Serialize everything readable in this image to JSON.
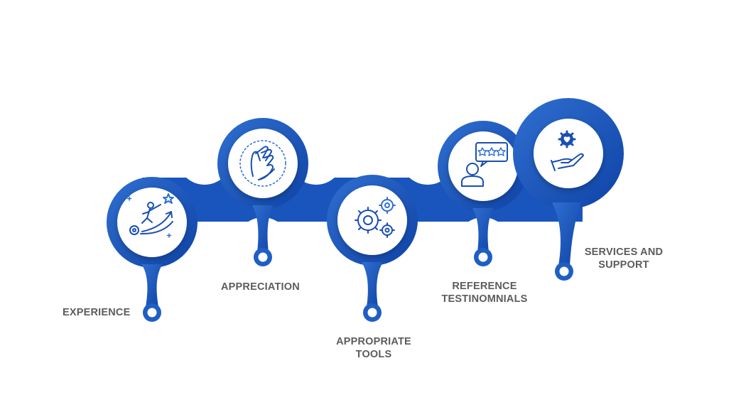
{
  "colors": {
    "primary": "#1f5fc4",
    "light": "#2f6fd0",
    "dark": "#0f43a6",
    "icon": "#1a4fb0",
    "icon_accent": "#2f6fd0",
    "text": "#5c5c5c",
    "background": "#ffffff"
  },
  "steps": [
    {
      "icon": "climbing-person-icon",
      "label_lines": [
        "EXPERIENCE"
      ]
    },
    {
      "icon": "clapping-hands-icon",
      "label_lines": [
        "APPRECIATION"
      ]
    },
    {
      "icon": "gears-icon",
      "label_lines": [
        "APPROPRIATE",
        "TOOLS"
      ]
    },
    {
      "icon": "review-person-icon",
      "label_lines": [
        "REFERENCE",
        "TESTINOMNIALS"
      ]
    },
    {
      "icon": "hand-gear-heart-icon",
      "label_lines": [
        "SERVICES AND",
        "SUPPORT"
      ]
    }
  ]
}
